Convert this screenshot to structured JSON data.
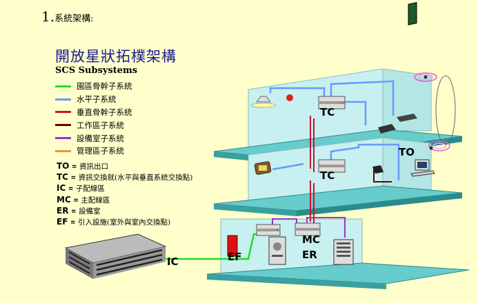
{
  "heading": {
    "number": "1.",
    "text": "系統架構:"
  },
  "title": "開放星狀拓樸架構",
  "subtitle": "SCS Subsystems",
  "legend": [
    {
      "label": "園區骨幹子系統",
      "color": "#22dd22"
    },
    {
      "label": "水平子系統",
      "color": "#6699ff"
    },
    {
      "label": "垂直骨幹子系統",
      "color": "#cc1133"
    },
    {
      "label": "工作區子系統",
      "color": "#660000"
    },
    {
      "label": "設備室子系統",
      "color": "#9933cc"
    },
    {
      "label": "管理區子系統",
      "color": "#ff8844"
    }
  ],
  "abbreviations": [
    {
      "code": "TO",
      "text": "資訊出口"
    },
    {
      "code": "TC",
      "text": "資訊交換就(水平與垂直系統交換點)"
    },
    {
      "code": "IC",
      "text": "子配線區"
    },
    {
      "code": "MC",
      "text": "主配線區"
    },
    {
      "code": "ER",
      "text": "設備室"
    },
    {
      "code": "EF",
      "text": "引入設施(室外與室內交換點)"
    }
  ],
  "diagram_labels": {
    "tc_top": "TC",
    "tc_mid": "TC",
    "to": "TO",
    "mc": "MC",
    "er": "ER",
    "ef": "EF",
    "ic": "IC"
  },
  "colors": {
    "background": "#ffffcc",
    "floor": "#66cccc",
    "wall": "#c8f0f0",
    "title": "#1a1a8c"
  }
}
